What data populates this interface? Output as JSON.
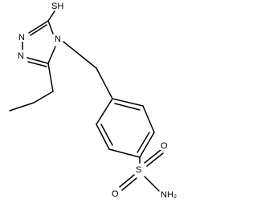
{
  "molecule": {
    "atom_labels": {
      "thiol": "SH",
      "ring_n1": "N",
      "ring_n2": "N",
      "ring_n4": "N",
      "sulfonyl_s": "S",
      "oxygen_1": "O",
      "oxygen_2": "O",
      "amine": "NH₂"
    },
    "colors": {
      "bond": "#000000",
      "label": "#000000",
      "background": "#ffffff"
    }
  }
}
